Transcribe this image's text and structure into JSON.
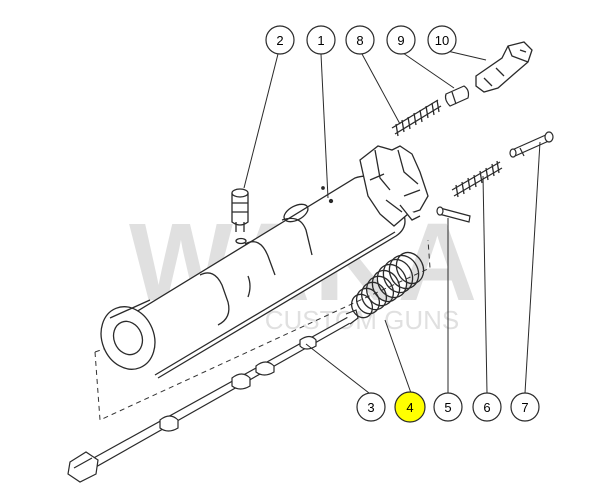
{
  "callouts": [
    {
      "id": "c2",
      "label": "2"
    },
    {
      "id": "c1",
      "label": "1"
    },
    {
      "id": "c8",
      "label": "8"
    },
    {
      "id": "c9",
      "label": "9"
    },
    {
      "id": "c10",
      "label": "10"
    },
    {
      "id": "c3",
      "label": "3"
    },
    {
      "id": "c4",
      "label": "4",
      "highlighted": true
    },
    {
      "id": "c5",
      "label": "5"
    },
    {
      "id": "c6",
      "label": "6"
    },
    {
      "id": "c7",
      "label": "7"
    }
  ],
  "watermark": {
    "logo": "WAKA",
    "subtitle": "CUSTOM GUNS"
  },
  "colors": {
    "line": "#2a2a2a",
    "highlight": "#ffff00",
    "watermark": "#bdbdbd"
  }
}
